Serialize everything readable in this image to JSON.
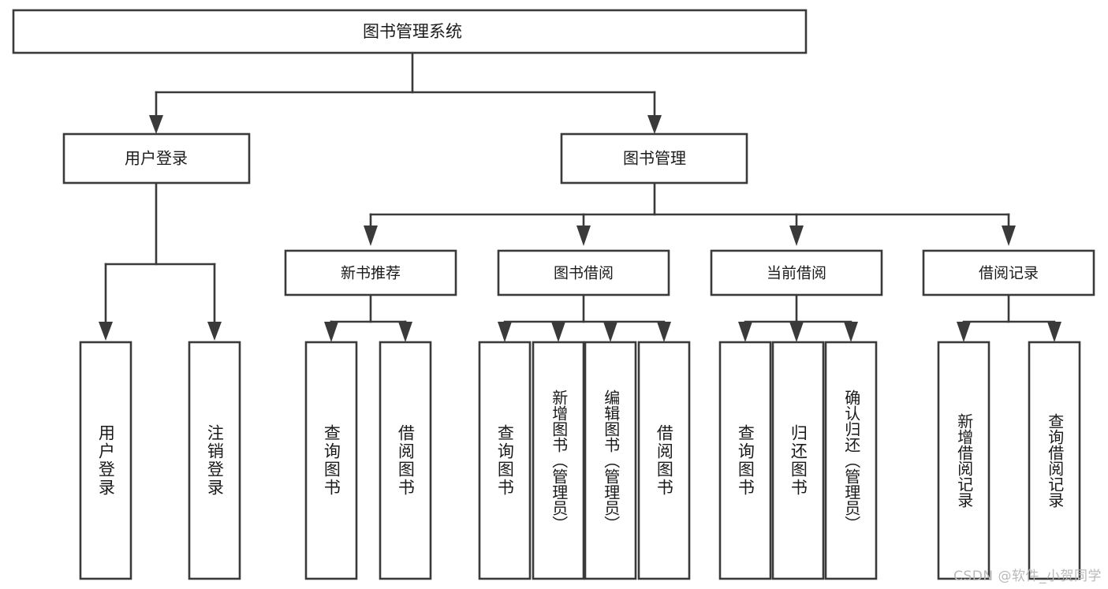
{
  "diagram": {
    "type": "tree-hierarchy-chart",
    "title": "图书管理系统",
    "root": {
      "label": "图书管理系统",
      "level": 1
    },
    "level2": [
      {
        "label": "用户登录"
      },
      {
        "label": "图书管理"
      }
    ],
    "level3": [
      {
        "label": "新书推荐",
        "parent": "图书管理"
      },
      {
        "label": "图书借阅",
        "parent": "图书管理"
      },
      {
        "label": "当前借阅",
        "parent": "图书管理"
      },
      {
        "label": "借阅记录",
        "parent": "图书管理"
      }
    ],
    "leaves": {
      "user_login": [
        {
          "label": "用户登录"
        },
        {
          "label": "注销登录"
        }
      ],
      "new_book_recommend": [
        {
          "label": "查询图书"
        },
        {
          "label": "借阅图书"
        }
      ],
      "book_borrow": [
        {
          "label": "查询图书"
        },
        {
          "label": "新增图书（管理员）"
        },
        {
          "label": "编辑图书（管理员）"
        },
        {
          "label": "借阅图书"
        }
      ],
      "current_borrow": [
        {
          "label": "查询图书"
        },
        {
          "label": "归还图书"
        },
        {
          "label": "确认归还（管理员）"
        }
      ],
      "borrow_record": [
        {
          "label": "新增借阅记录"
        },
        {
          "label": "查询借阅记录"
        }
      ]
    },
    "colors": {
      "box_stroke": "#3a3a3a",
      "box_fill": "#ffffff",
      "text": "#1a1a1a",
      "background": "#ffffff",
      "watermark": "#b9b9b9"
    }
  },
  "watermark": {
    "text": "CSDN @软件_小贺同学"
  }
}
